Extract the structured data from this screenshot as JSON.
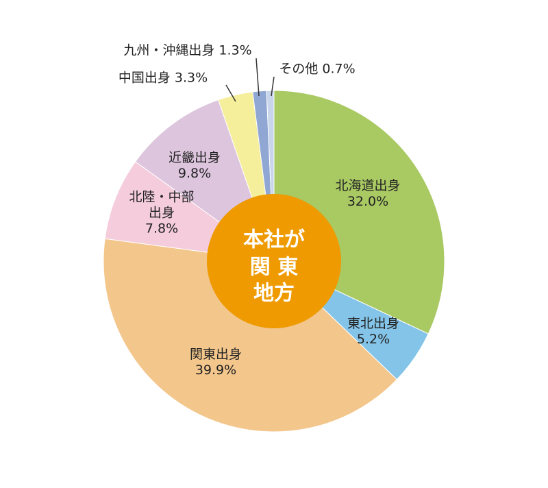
{
  "chart_data": {
    "type": "pie",
    "title": "",
    "center_label": [
      "本社が",
      "関 東",
      "地方"
    ],
    "center_color": "#EE9A00",
    "slices": [
      {
        "label": "北海道出身",
        "value": 32.0,
        "display": "32.0%",
        "color": "#A9C963"
      },
      {
        "label": "東北出身",
        "value": 5.2,
        "display": "5.2%",
        "color": "#84C4E8"
      },
      {
        "label": "関東出身",
        "value": 39.9,
        "display": "39.9%",
        "color": "#F3C68C"
      },
      {
        "label": "北陸・中部出身",
        "value": 7.8,
        "display": "7.8%",
        "color": "#F4CCDC"
      },
      {
        "label": "近畿出身",
        "value": 9.8,
        "display": "9.8%",
        "color": "#DEC5DE"
      },
      {
        "label": "中国出身",
        "value": 3.3,
        "display": "3.3%",
        "color": "#F5EE9B"
      },
      {
        "label": "九州・沖縄出身",
        "value": 1.3,
        "display": "1.3%",
        "color": "#8FA7D2"
      },
      {
        "label": "その他",
        "value": 0.7,
        "display": "0.7%",
        "color": "#C9D5EA"
      }
    ]
  }
}
